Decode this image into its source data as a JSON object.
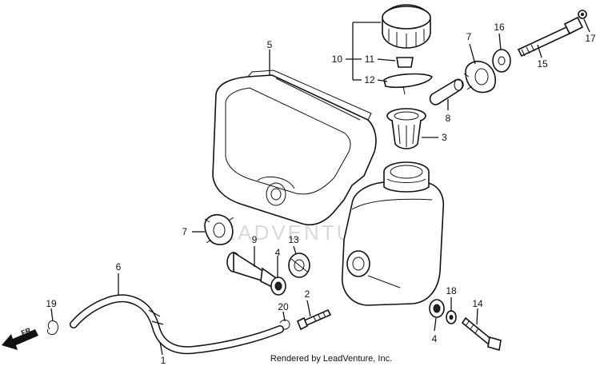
{
  "watermark": "LEADVENTURE",
  "footer": "Rendered by LeadVenture, Inc.",
  "direction_label": "FR.",
  "callouts": {
    "c1": "1",
    "c2": "2",
    "c3": "3",
    "c4a": "4",
    "c4b": "4",
    "c5": "5",
    "c6": "6",
    "c7a": "7",
    "c7b": "7",
    "c8": "8",
    "c9": "9",
    "c10": "10",
    "c11": "11",
    "c12": "12",
    "c13": "13",
    "c14": "14",
    "c15": "15",
    "c16": "16",
    "c17": "17",
    "c18": "18",
    "c19": "19",
    "c20": "20"
  }
}
